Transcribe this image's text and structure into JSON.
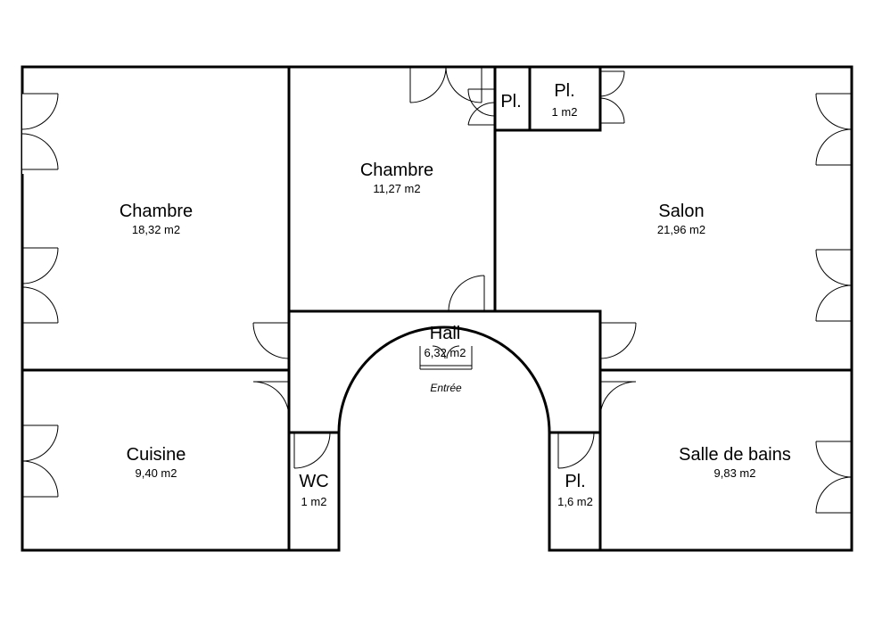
{
  "rooms": {
    "chambre_left": {
      "name": "Chambre",
      "area": "18,32 m2"
    },
    "chambre_mid": {
      "name": "Chambre",
      "area": "11,27 m2"
    },
    "placard_small": {
      "name": "Pl."
    },
    "placard_top": {
      "name": "Pl.",
      "area": "1 m2"
    },
    "salon": {
      "name": "Salon",
      "area": "21,96 m2"
    },
    "hall": {
      "name": "Hall",
      "area": "6,32 m2"
    },
    "cuisine": {
      "name": "Cuisine",
      "area": "9,40 m2"
    },
    "wc": {
      "name": "WC",
      "area": "1 m2"
    },
    "placard_bottom": {
      "name": "Pl.",
      "area": "1,6 m2"
    },
    "salle_de_bains": {
      "name": "Salle de bains",
      "area": "9,83 m2"
    }
  },
  "entrance_label": "Entrée"
}
